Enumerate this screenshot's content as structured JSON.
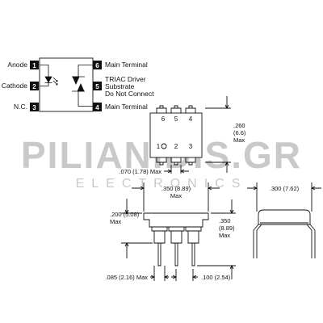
{
  "watermark": {
    "brand": "PILIANIDIS.GR",
    "tagline": "ELECTRONICS"
  },
  "pinout": {
    "left_pins": [
      {
        "label": "Anode",
        "number": "1"
      },
      {
        "label": "Cathode",
        "number": "2"
      },
      {
        "label": "N.C.",
        "number": "3"
      }
    ],
    "right_pins": [
      {
        "number": "6",
        "label": "Main Terminal"
      },
      {
        "number": "5",
        "label_lines": [
          "TRIAC Driver",
          "Substrate",
          "Do Not Connect"
        ]
      },
      {
        "number": "4",
        "label": "Main Terminal"
      }
    ]
  },
  "package_top": {
    "top_pin_numbers": [
      "6",
      "5",
      "4"
    ],
    "bottom_pin_numbers": [
      "1",
      "2",
      "3"
    ],
    "height_dim": [
      ".260",
      "(6.6)",
      "Max"
    ],
    "pin_width_dim": ".070 (1.78) Max"
  },
  "package_side": {
    "width_dim": [
      ".350 (8.89)",
      "Max"
    ],
    "height_dim": [
      ".200 (5.08)",
      "Max"
    ],
    "lead_length_dim": [
      ".350",
      "(8.89)",
      "Max"
    ],
    "lead_pitch_dim": ".085 (2.16) Max",
    "pin_spacing_dim": ".100 (2.54)"
  },
  "package_end": {
    "row_spacing_dim": ".300 (7.62)"
  }
}
